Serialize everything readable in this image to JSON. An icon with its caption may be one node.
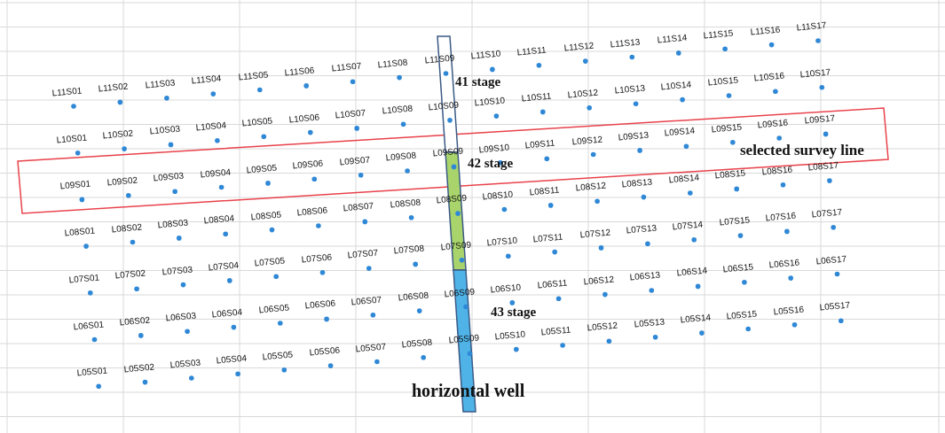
{
  "diagram": {
    "labels": [
      "L11S01",
      "L11S02",
      "L11S03",
      "L11S04",
      "L11S05",
      "L11S06",
      "L11S07",
      "L11S08",
      "L11S09",
      "L11S10",
      "L11S11",
      "L11S12",
      "L11S13",
      "L11S14",
      "L11S15",
      "L11S16",
      "L11S17",
      "L10S01",
      "L10S02",
      "L10S03",
      "L10S04",
      "L10S05",
      "L10S06",
      "L10S07",
      "L10S08",
      "L10S09",
      "L10S10",
      "L10S11",
      "L10S12",
      "L10S13",
      "L10S14",
      "L10S15",
      "L10S16",
      "L10S17",
      "L09S01",
      "L09S02",
      "L09S03",
      "L09S04",
      "L09S05",
      "L09S06",
      "L09S07",
      "L09S08",
      "L09S09",
      "L09S10",
      "L09S11",
      "L09S12",
      "L09S13",
      "L09S14",
      "L09S15",
      "L09S16",
      "L09S17",
      "L08S01",
      "L08S02",
      "L08S03",
      "L08S04",
      "L08S05",
      "L08S06",
      "L08S07",
      "L08S08",
      "L08S09",
      "L08S10",
      "L08S11",
      "L08S12",
      "L08S13",
      "L08S14",
      "L08S15",
      "L08S16",
      "L08S17",
      "L07S01",
      "L07S02",
      "L07S03",
      "L07S04",
      "L07S05",
      "L07S06",
      "L07S07",
      "L07S08",
      "L07S09",
      "L07S10",
      "L07S11",
      "L07S12",
      "L07S13",
      "L07S14",
      "L07S15",
      "L07S16",
      "L07S17",
      "L06S01",
      "L06S02",
      "L06S03",
      "L06S04",
      "L06S05",
      "L06S06",
      "L06S07",
      "L06S08",
      "L06S09",
      "L06S10",
      "L06S11",
      "L06S12",
      "L06S13",
      "L06S14",
      "L06S15",
      "L06S16",
      "L06S17",
      "L05S01",
      "L05S02",
      "L05S03",
      "L05S04",
      "L05S05",
      "L05S06",
      "L05S07",
      "L05S08",
      "L05S09",
      "L05S10",
      "L05S11",
      "L05S12",
      "L05S13",
      "L05S14",
      "L05S15",
      "L05S16",
      "L05S17",
      "41 stage",
      "selected survey line",
      "42 stage",
      "43 stage",
      "horizontal well"
    ]
  }
}
